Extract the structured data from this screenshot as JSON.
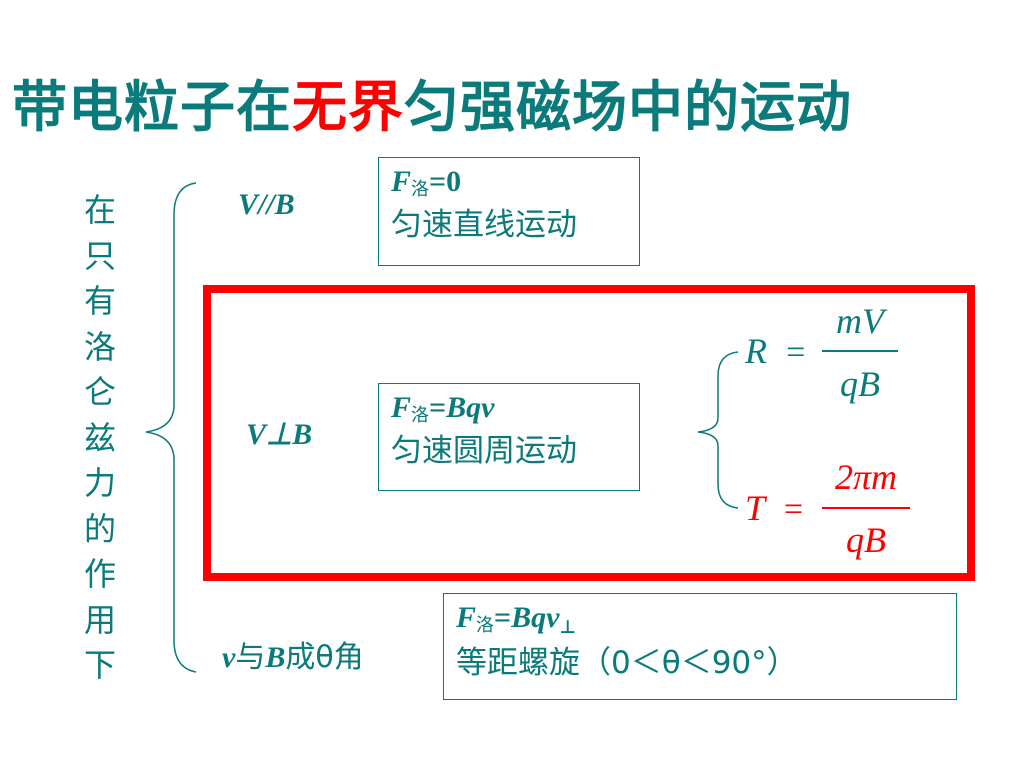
{
  "title": {
    "part1": "带电粒子在",
    "highlight": "无界",
    "part2": "匀强磁场中的运动",
    "color_main": "#0b7a7a",
    "color_highlight": "#ff0000"
  },
  "vertical_label": "在\n只\n有\n洛\n仑\n兹\n力\n的\n作\n用\n下",
  "cases": [
    {
      "condition": "V//B",
      "force_symbol": "F",
      "force_sub": "洛",
      "force_rhs": "=0",
      "motion": "匀速直线运动"
    },
    {
      "condition": "V⊥B",
      "force_symbol": "F",
      "force_sub": "洛",
      "force_rhs_prefix": "=",
      "force_rhs_expr": "Bqv",
      "motion": "匀速圆周运动",
      "formulas": [
        {
          "lhs": "R",
          "eq": "=",
          "num": "mV",
          "den": "qB",
          "color": "#0b7a7a"
        },
        {
          "lhs": "T",
          "eq": "=",
          "num": "2πm",
          "den": "qB",
          "color": "#ff0000"
        }
      ]
    },
    {
      "condition_v": "v",
      "condition_mid1": "与",
      "condition_b": "B",
      "condition_mid2": "成θ角",
      "force_symbol": "F",
      "force_sub": "洛",
      "force_rhs_prefix": "=",
      "force_rhs_expr": "Bqv",
      "force_rhs_perp": "⊥",
      "motion": "等距螺旋（0＜θ＜90°）"
    }
  ],
  "colors": {
    "text": "#0b7a7a",
    "frame": "#ff0000"
  }
}
